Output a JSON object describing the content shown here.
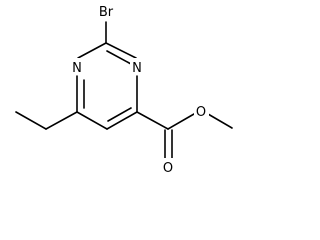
{
  "atoms": {
    "bromine": "Br",
    "nitrogen_left": "N",
    "nitrogen_right": "N",
    "carbonyl_oxygen": "O",
    "ester_oxygen": "O"
  },
  "colors": {
    "bond": "#000000",
    "label": "#000000",
    "background": "#ffffff"
  }
}
